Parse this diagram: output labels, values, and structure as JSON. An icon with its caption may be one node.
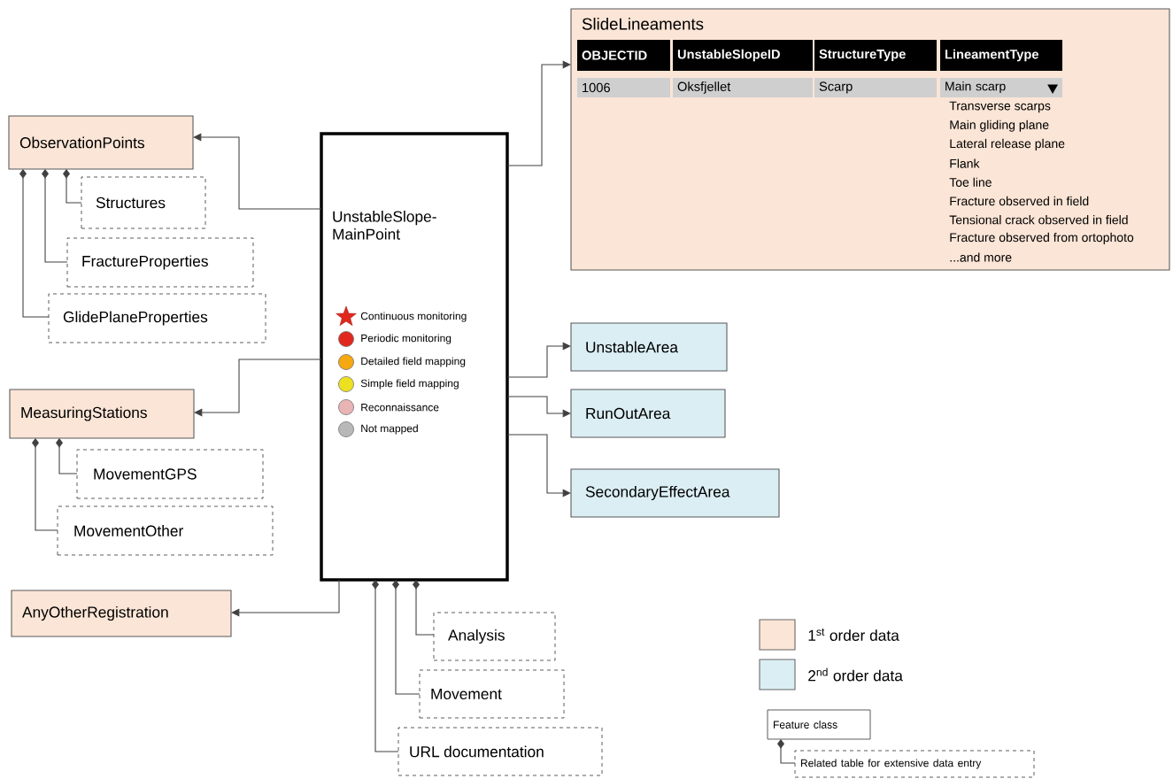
{
  "diagram": {
    "nodes": [
      {
        "text": [
          "SlideLineaments"
        ]
      },
      {
        "text": [
          "ObservationPoints"
        ]
      },
      {
        "text": [
          "Structures"
        ]
      },
      {
        "text": [
          "FractureProperties"
        ]
      },
      {
        "text": [
          "GlidePlaneProperties"
        ]
      },
      {
        "text": [
          "UnstableSlope- MainPoint"
        ]
      },
      {
        "text": [
          "MeasuringStations"
        ]
      },
      {
        "text": [
          "MovementGPS"
        ]
      },
      {
        "text": [
          "MovementOther"
        ]
      },
      {
        "text": [
          "AnyOtherRegistration"
        ]
      },
      {
        "text": [
          "UnstableArea"
        ]
      },
      {
        "text": [
          "RunOutArea"
        ]
      },
      {
        "text": [
          "SecondaryEffectArea"
        ]
      },
      {
        "text": [
          "Analysis"
        ]
      },
      {
        "text": [
          "Movement"
        ]
      },
      {
        "text": [
          "URL documentation"
        ]
      },
      {
        "text": [
          "Feature class"
        ]
      },
      {
        "text": [
          "Related table for extensive data entry"
        ]
      }
    ],
    "edges": [
      {
        "from": 5,
        "to": 0,
        "arrow": "to"
      },
      {
        "from": 5,
        "to": 1,
        "arrow": "to"
      },
      {
        "from": 1,
        "to": 2,
        "arrow": "other"
      },
      {
        "from": 1,
        "to": 3,
        "arrow": "other"
      },
      {
        "from": 1,
        "to": 4,
        "arrow": "other"
      },
      {
        "from": 5,
        "to": 6,
        "arrow": "to"
      },
      {
        "from": 6,
        "to": 7,
        "arrow": "other"
      },
      {
        "from": 6,
        "to": 8,
        "arrow": "other"
      },
      {
        "from": 5,
        "to": 9,
        "arrow": "to"
      },
      {
        "from": 5,
        "to": 10,
        "arrow": "to"
      },
      {
        "from": 5,
        "to": 11,
        "arrow": "to"
      },
      {
        "from": 5,
        "to": 12,
        "arrow": "to"
      },
      {
        "from": 5,
        "to": 13,
        "arrow": "other"
      },
      {
        "from": 5,
        "to": 14,
        "arrow": "other"
      },
      {
        "from": 5,
        "to": 15,
        "arrow": "other"
      },
      {
        "from": 16,
        "to": 17,
        "arrow": "other"
      }
    ],
    "labels": [
      "OBJECTID",
      "UnstableSlopeID",
      "StructureType",
      "LineamentType",
      "1006",
      "Oksfjellet",
      "Scarp",
      "Main scarp",
      "Transverse scarps",
      "Main gliding plane",
      "Lateral release plane",
      "Flank",
      "Toe line",
      "Fracture observed in field",
      "Tensional crack observed in field",
      "Fracture observed from ortophoto",
      "...and more"
    ],
    "legend": [
      {
        "text": "Continuous monitoring",
        "color": "#e0281e"
      },
      {
        "text": "Periodic monitoring",
        "color": "#e0281e"
      },
      {
        "text": "Detailed field mapping",
        "color": "#f5a810"
      },
      {
        "text": "Simple field mapping",
        "color": "#ece020"
      },
      {
        "text": "Reconnaissance",
        "color": "#e8b4b4"
      },
      {
        "text": "Not mapped",
        "color": "#b8b8b8"
      },
      {
        "text": "1$^{st}$ order data",
        "color": "#fbe5d6"
      },
      {
        "text": "2$^{nd}$ order data",
        "color": "#dbeef4"
      }
    ]
  }
}
